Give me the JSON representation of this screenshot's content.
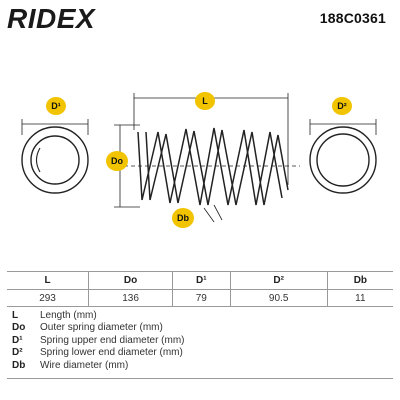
{
  "brand": "RIDEX",
  "part_number": "188C0361",
  "labels": {
    "D1": "D¹",
    "L": "L",
    "D2": "D²",
    "Do": "Do",
    "Db": "Db"
  },
  "table": {
    "headers": [
      "L",
      "Do",
      "D¹",
      "D²",
      "Db"
    ],
    "values": [
      "293",
      "136",
      "79",
      "90.5",
      "11"
    ]
  },
  "legend": [
    {
      "key": "L",
      "desc": "Length (mm)"
    },
    {
      "key": "Do",
      "desc": "Outer spring diameter (mm)"
    },
    {
      "key": "D¹",
      "desc": "Spring upper end diameter (mm)"
    },
    {
      "key": "D²",
      "desc": "Spring lower end diameter (mm)"
    },
    {
      "key": "Db",
      "desc": "Wire diameter (mm)"
    }
  ],
  "colors": {
    "accent": "#f2c400",
    "line": "#222222"
  }
}
